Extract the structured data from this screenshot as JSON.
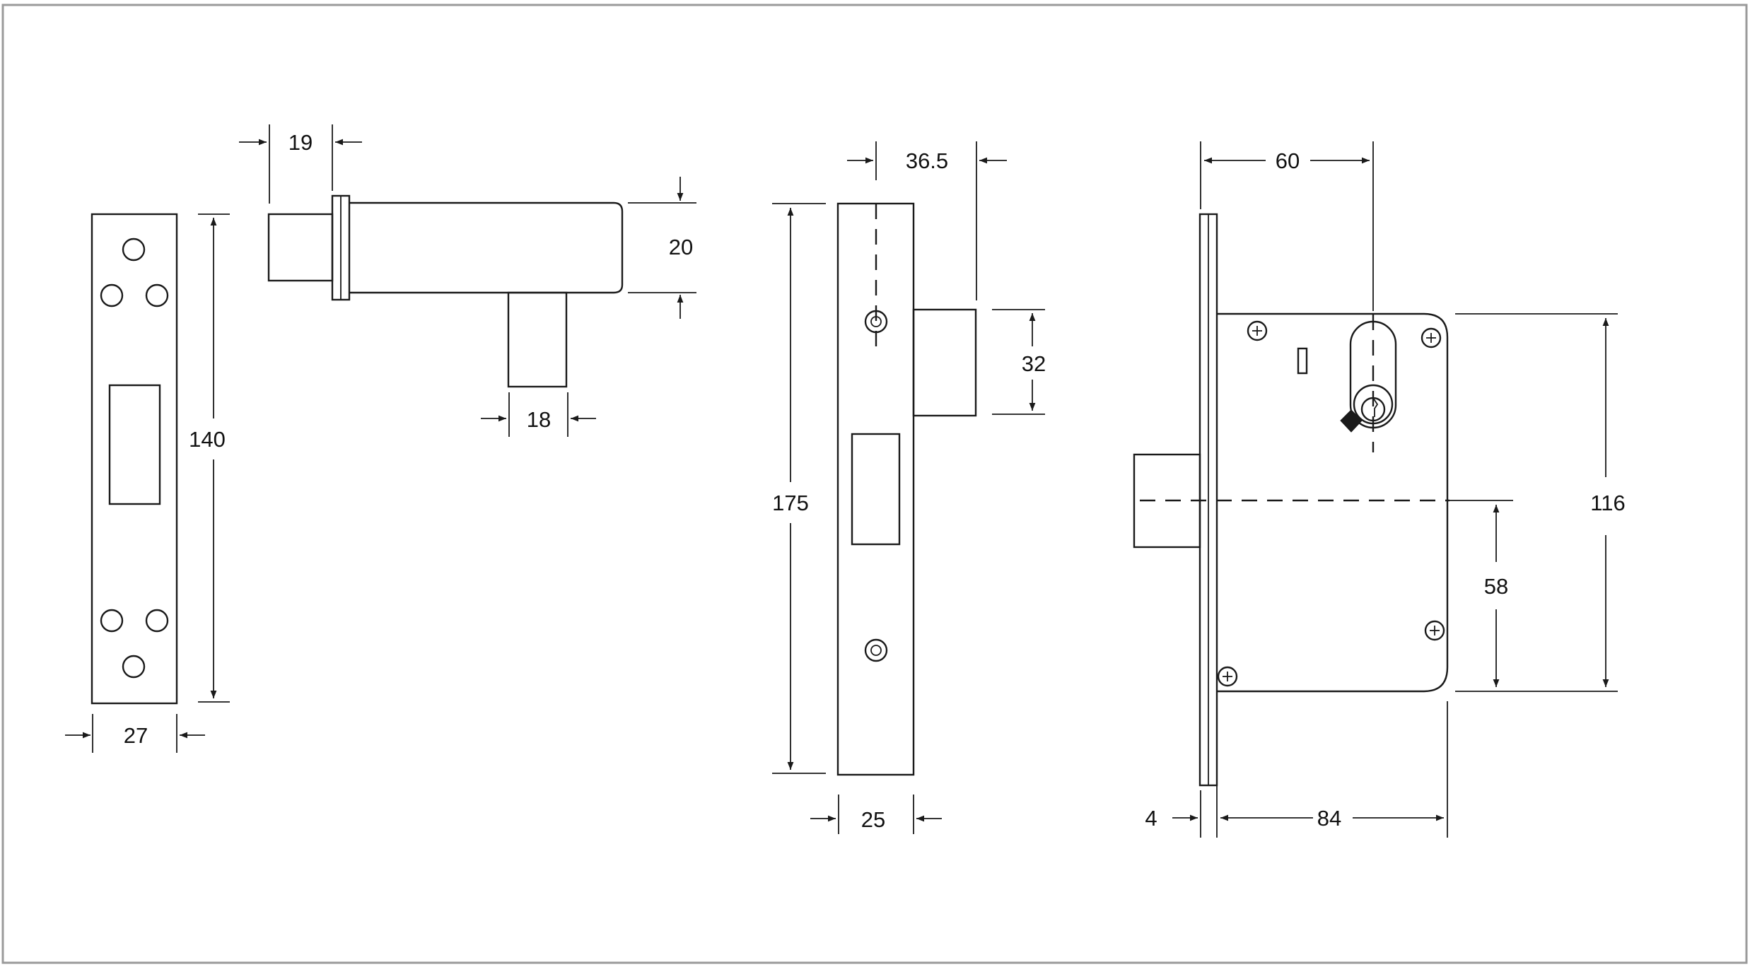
{
  "drawing": {
    "dimensions": {
      "strike_height": "140",
      "strike_width": "27",
      "bolt_offset": "19",
      "bolt_height": "20",
      "bolt_stem": "18",
      "faceplate_height": "175",
      "backset": "36.5",
      "deadbolt_height": "32",
      "faceplate_width": "25",
      "cylinder_distance": "60",
      "case_height": "116",
      "center_height": "58",
      "faceplate_thickness": "4",
      "case_depth": "84"
    },
    "colors": {
      "line": "#1a1a1a",
      "background": "#ffffff",
      "border": "#9a9a9a"
    }
  }
}
